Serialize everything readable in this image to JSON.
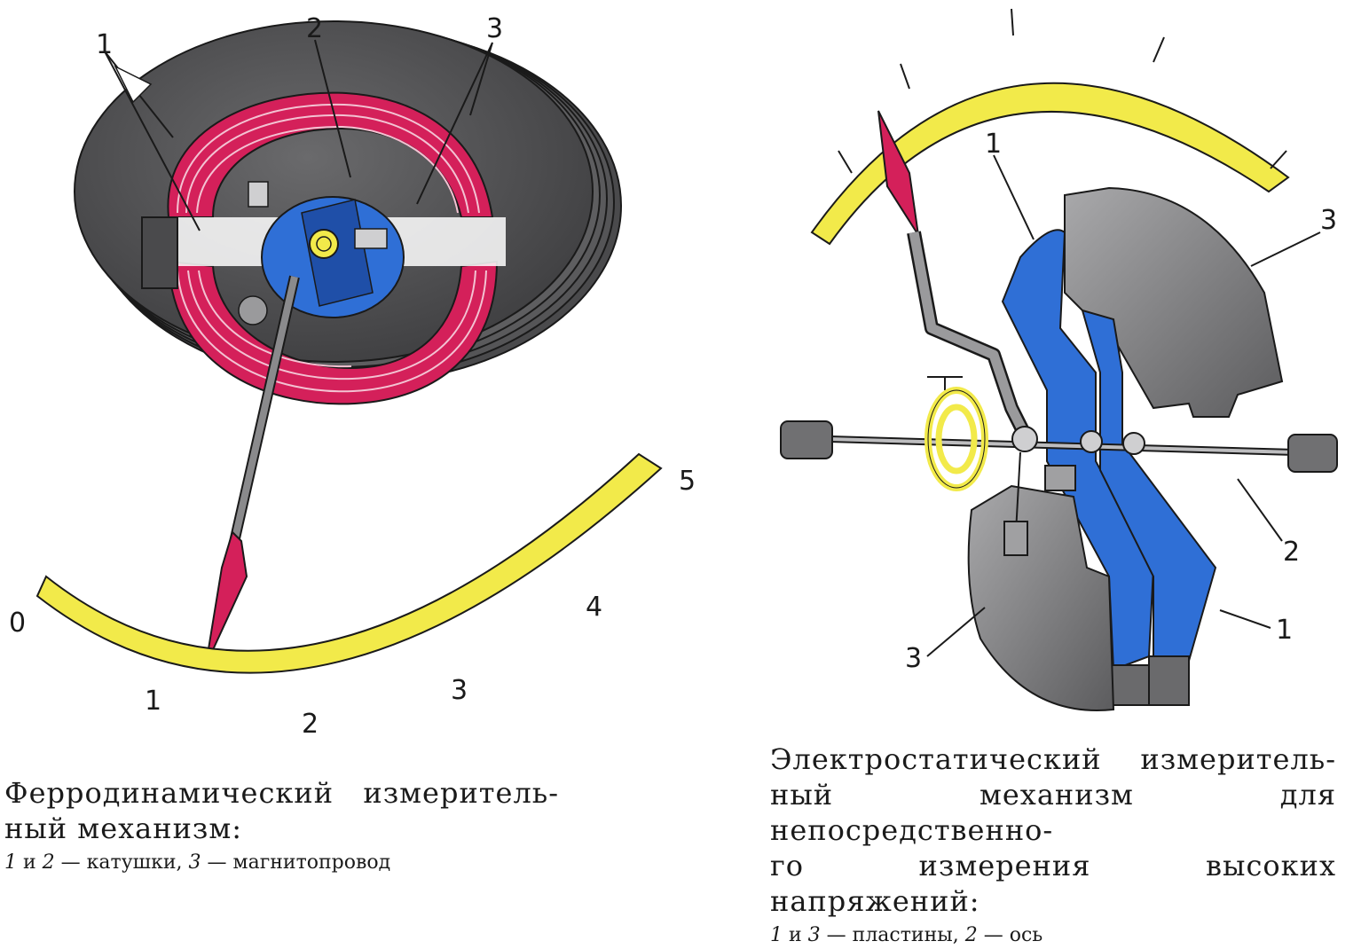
{
  "left_figure": {
    "labels": {
      "coil_1": "1",
      "coil_2": "2",
      "core_3": "3"
    },
    "scale_marks": [
      "0",
      "1",
      "2",
      "3",
      "4",
      "5"
    ],
    "caption": {
      "title_line1_a": "Ферродинамический",
      "title_line1_b": "измеритель-",
      "title_line2": "ный механизм:",
      "legend_n1": "1",
      "legend_and": "и",
      "legend_n2": "2",
      "legend_t1": "— катушки,",
      "legend_n3": "3",
      "legend_t2": "— магнитопровод"
    }
  },
  "right_figure": {
    "labels": {
      "plate_1_top": "1",
      "plate_3_top": "3",
      "axis_2": "2",
      "plate_1_bottom": "1",
      "plate_3_bottom": "3"
    },
    "caption": {
      "title_line1_a": "Электростатический",
      "title_line1_b": "измеритель-",
      "title_line2": "ный механизм для непосредственно-",
      "title_line3": "го измерения высоких напряжений:",
      "legend_n1": "1",
      "legend_and": "и",
      "legend_n3": "3",
      "legend_t1": "— пластины,",
      "legend_n2": "2",
      "legend_t2": "— ось"
    }
  },
  "colors": {
    "coil_red": "#d4205a",
    "core_gray": "#5a5a5c",
    "rotor_blue": "#2f6fd6",
    "scale_yellow": "#f2ea4a",
    "plate_gray": "#8a8a8c"
  }
}
